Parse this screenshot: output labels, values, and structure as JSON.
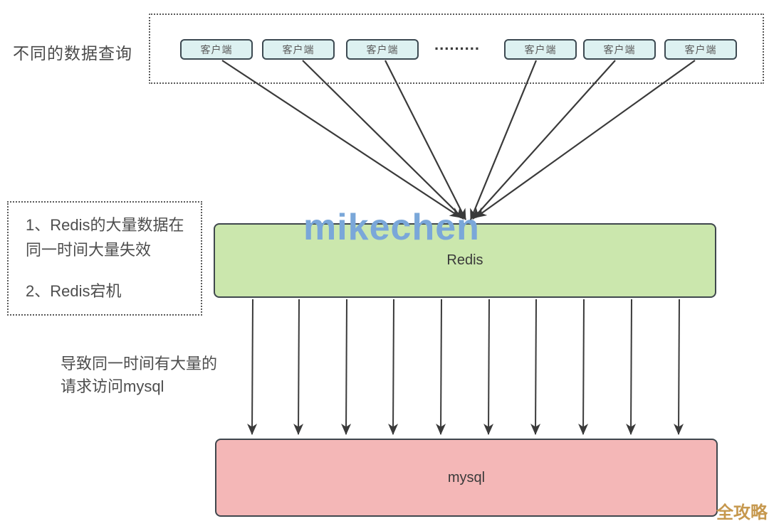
{
  "title": {
    "text": "不同的数据查询"
  },
  "clients_group": {
    "ellipsis": ".........",
    "nodes": [
      "客户端",
      "客户端",
      "客户端",
      "客户端",
      "客户端",
      "客户端"
    ]
  },
  "cause_box": {
    "item1": "1、Redis的大量数据在\n同一时间大量失效",
    "item2": "2、Redis宕机"
  },
  "effect_note": {
    "text": "导致同一时间有大量的\n请求访问mysql"
  },
  "nodes": {
    "redis": {
      "label": "Redis"
    },
    "mysql": {
      "label": "mysql"
    }
  },
  "watermark": {
    "text": "mikechen"
  },
  "brand_badge": {
    "text": "全攻略"
  },
  "colors": {
    "client_fill": "#ddf1f1",
    "client_border": "#3d4a52",
    "redis_fill": "#cbe7ad",
    "mysql_fill": "#f4b7b7",
    "node_border": "#3f474d",
    "arrow": "#3a3a3a",
    "dotted_border": "#5a5a5a",
    "text": "#4d4d4d",
    "watermark": "#7aa7d9",
    "badge": "#c6984e"
  }
}
